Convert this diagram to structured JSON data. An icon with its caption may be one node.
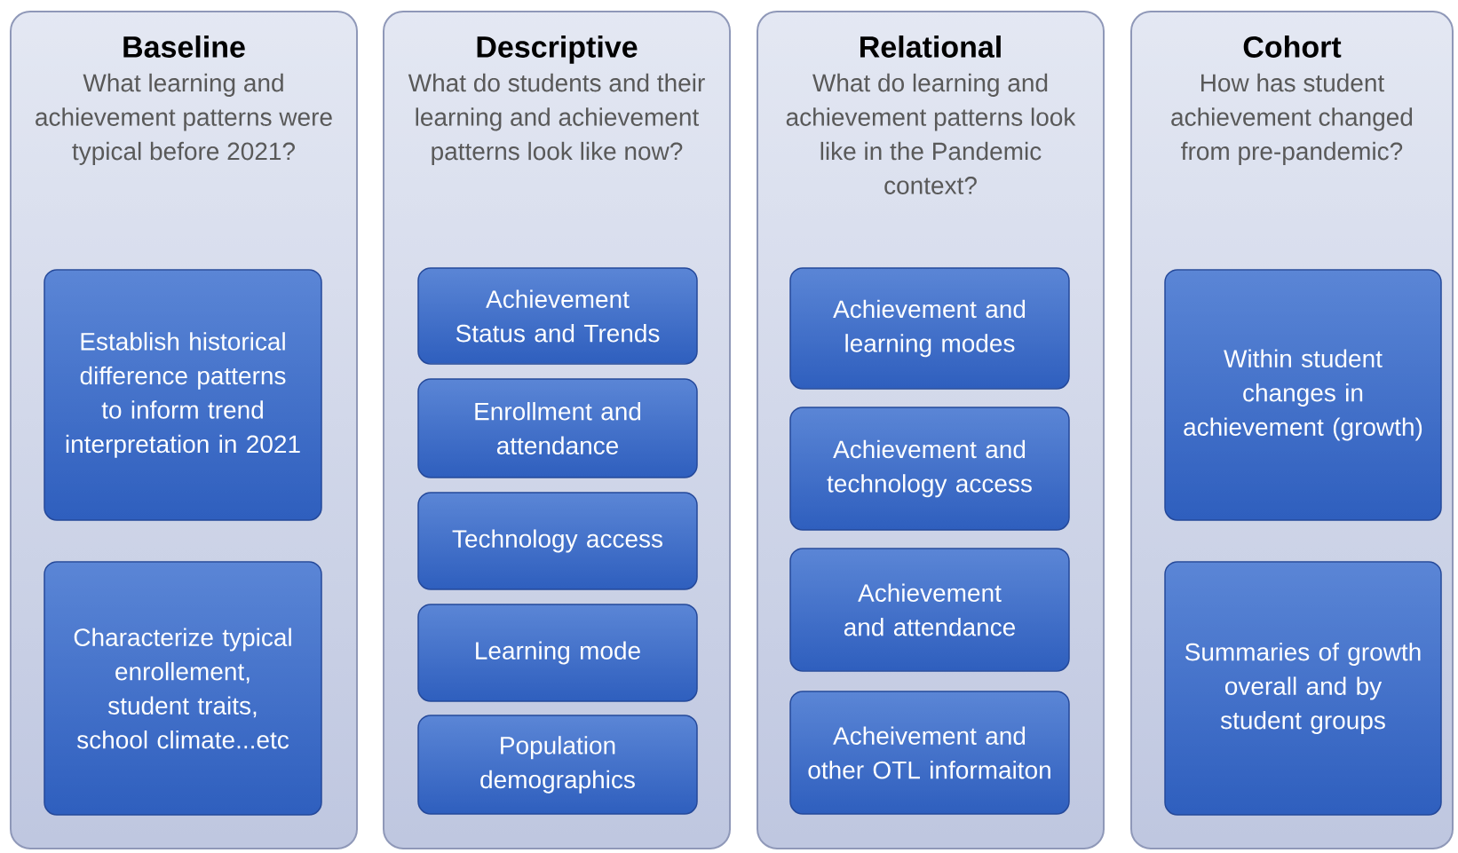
{
  "diagram": {
    "nodes": [
      {
        "text": [
          "Baseline",
          "What learning and achievement patterns were typical  before 2021?"
        ]
      },
      {
        "text": [
          "Establish historical difference patterns to inform trend interpretation in 2021"
        ],
        "in": 0
      },
      {
        "text": [
          "Characterize typical enrollement, student traits, school climate...etc"
        ],
        "in": 0
      },
      {
        "text": [
          "Descriptive",
          "What do students and their learning and achievement patterns look like now?"
        ]
      },
      {
        "text": [
          "Achievement Status and Trends"
        ],
        "in": 3
      },
      {
        "text": [
          "Enrollment and attendance"
        ],
        "in": 3
      },
      {
        "text": [
          "Technology access"
        ],
        "in": 3
      },
      {
        "text": [
          "Learning mode"
        ],
        "in": 3
      },
      {
        "text": [
          "Population demographics"
        ],
        "in": 3
      },
      {
        "text": [
          "Relational",
          "What do learning and achievement patterns look like in the Pandemic context?"
        ]
      },
      {
        "text": [
          "Achievement and learning modes"
        ],
        "in": 9
      },
      {
        "text": [
          "Achievement and technology access"
        ],
        "in": 9
      },
      {
        "text": [
          "Achievement and attendance"
        ],
        "in": 9
      },
      {
        "text": [
          "Acheivement and other OTL informaiton"
        ],
        "in": 9
      },
      {
        "text": [
          "Cohort",
          "How has student achievement changed from pre-pandemic?"
        ]
      },
      {
        "text": [
          "Within student changes in achievement (growth)"
        ],
        "in": 14
      },
      {
        "text": [
          "Summaries of growth overall and by student groups"
        ],
        "in": 14
      }
    ]
  }
}
